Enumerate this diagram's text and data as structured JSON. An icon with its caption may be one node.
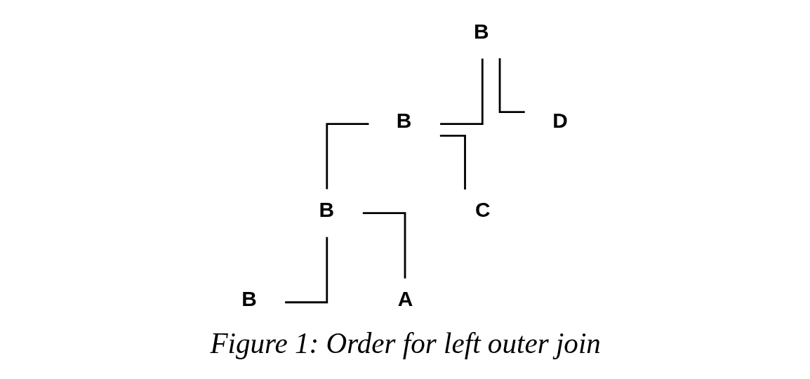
{
  "diagram": {
    "caption": "Figure 1: Order for left outer join",
    "nodes": [
      {
        "text": [
          "B"
        ]
      },
      {
        "text": [
          "B"
        ]
      },
      {
        "text": [
          "D"
        ]
      },
      {
        "text": [
          "B"
        ]
      },
      {
        "text": [
          "C"
        ]
      },
      {
        "text": [
          "B"
        ]
      },
      {
        "text": [
          "A"
        ]
      }
    ],
    "edges": [
      {
        "from": 0,
        "to": 1,
        "arrow": "none"
      },
      {
        "from": 0,
        "to": 2,
        "arrow": "none"
      },
      {
        "from": 1,
        "to": 3,
        "arrow": "none"
      },
      {
        "from": 1,
        "to": 4,
        "arrow": "none"
      },
      {
        "from": 3,
        "to": 5,
        "arrow": "none"
      },
      {
        "from": 3,
        "to": 6,
        "arrow": "none"
      }
    ]
  }
}
